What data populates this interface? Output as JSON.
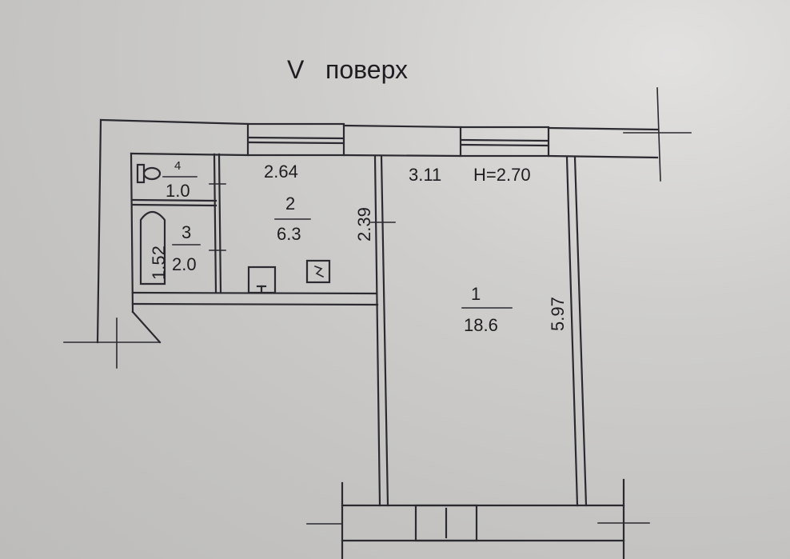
{
  "floor_title": "V   поверх",
  "height_label": "H=2.70",
  "rooms": [
    {
      "number": "1",
      "area": "18.6"
    },
    {
      "number": "2",
      "area": "6.3"
    },
    {
      "number": "3",
      "area": "2.0"
    },
    {
      "number": "4",
      "area": "1.0"
    }
  ],
  "dimensions": {
    "hall_width": "2.64",
    "room_width": "3.11",
    "hall_depth": "2.39",
    "room_depth": "5.97",
    "bath_length": "1.52"
  },
  "colors": {
    "line": "#2a2a30",
    "paper": "#cbcac8"
  }
}
